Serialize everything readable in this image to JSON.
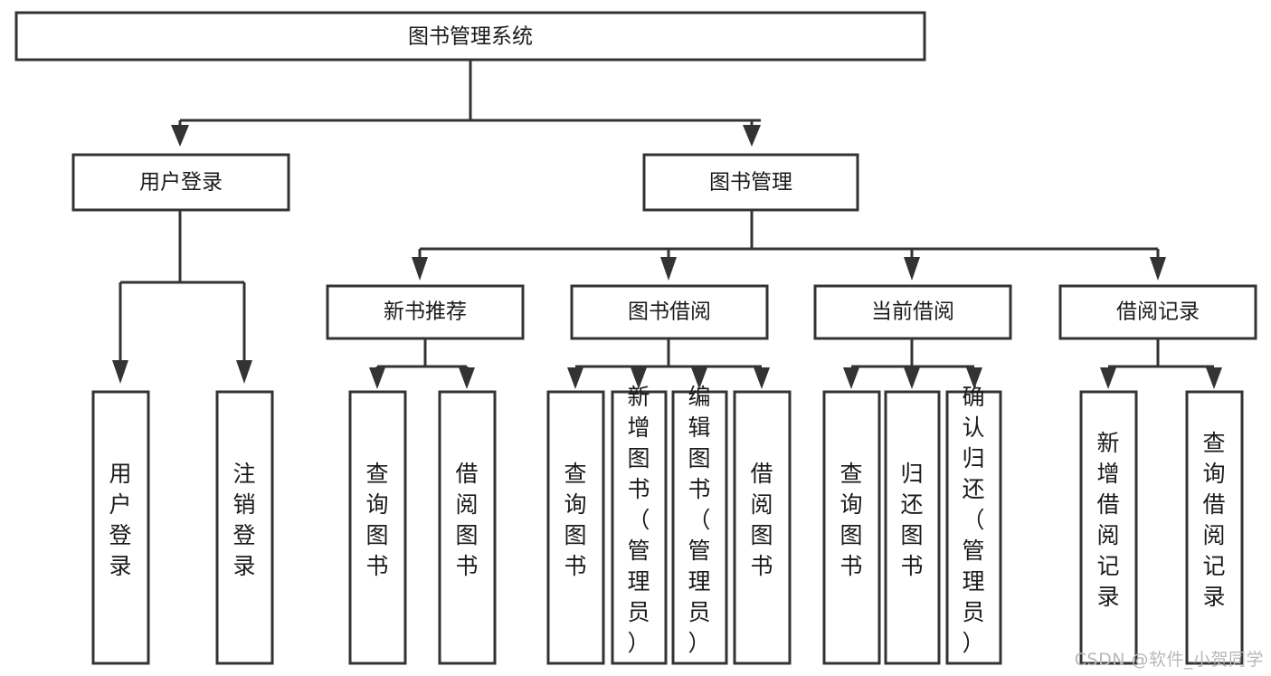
{
  "diagram": {
    "title": "图书管理系统",
    "type": "hierarchy-tree",
    "watermark": "CSDN @软件_小贺同学",
    "colors": {
      "box_stroke": "#333333",
      "box_fill": "#ffffff",
      "text": "#1a1a1a",
      "background": "#ffffff",
      "watermark": "#b8b8b8"
    },
    "levels": [
      {
        "level": 1,
        "nodes": [
          {
            "id": "root",
            "label": "图书管理系统",
            "orientation": "horizontal"
          }
        ]
      },
      {
        "level": 2,
        "nodes": [
          {
            "id": "login",
            "label": "用户登录",
            "orientation": "horizontal",
            "parent": "root"
          },
          {
            "id": "bookmgmt",
            "label": "图书管理",
            "orientation": "horizontal",
            "parent": "root"
          }
        ]
      },
      {
        "level": 3,
        "nodes": [
          {
            "id": "newbook",
            "label": "新书推荐",
            "orientation": "horizontal",
            "parent": "bookmgmt"
          },
          {
            "id": "borrow",
            "label": "图书借阅",
            "orientation": "horizontal",
            "parent": "bookmgmt"
          },
          {
            "id": "current",
            "label": "当前借阅",
            "orientation": "horizontal",
            "parent": "bookmgmt"
          },
          {
            "id": "record",
            "label": "借阅记录",
            "orientation": "horizontal",
            "parent": "bookmgmt"
          }
        ]
      },
      {
        "level": 4,
        "nodes": [
          {
            "id": "leaf-1",
            "label": "用户登录",
            "orientation": "vertical",
            "parent": "login"
          },
          {
            "id": "leaf-2",
            "label": "注销登录",
            "orientation": "vertical",
            "parent": "login"
          },
          {
            "id": "leaf-3",
            "label": "查询图书",
            "orientation": "vertical",
            "parent": "newbook"
          },
          {
            "id": "leaf-4",
            "label": "借阅图书",
            "orientation": "vertical",
            "parent": "newbook"
          },
          {
            "id": "leaf-5",
            "label": "查询图书",
            "orientation": "vertical",
            "parent": "borrow"
          },
          {
            "id": "leaf-6",
            "label": "新增图书（管理员）",
            "orientation": "vertical",
            "parent": "borrow"
          },
          {
            "id": "leaf-7",
            "label": "编辑图书（管理员）",
            "orientation": "vertical",
            "parent": "borrow"
          },
          {
            "id": "leaf-8",
            "label": "借阅图书",
            "orientation": "vertical",
            "parent": "borrow"
          },
          {
            "id": "leaf-9",
            "label": "查询图书",
            "orientation": "vertical",
            "parent": "current"
          },
          {
            "id": "leaf-10",
            "label": "归还图书",
            "orientation": "vertical",
            "parent": "current"
          },
          {
            "id": "leaf-11",
            "label": "确认归还（管理员）",
            "orientation": "vertical",
            "parent": "current"
          },
          {
            "id": "leaf-12",
            "label": "新增借阅记录",
            "orientation": "vertical",
            "parent": "record"
          },
          {
            "id": "leaf-13",
            "label": "查询借阅记录",
            "orientation": "vertical",
            "parent": "record"
          }
        ]
      }
    ]
  }
}
